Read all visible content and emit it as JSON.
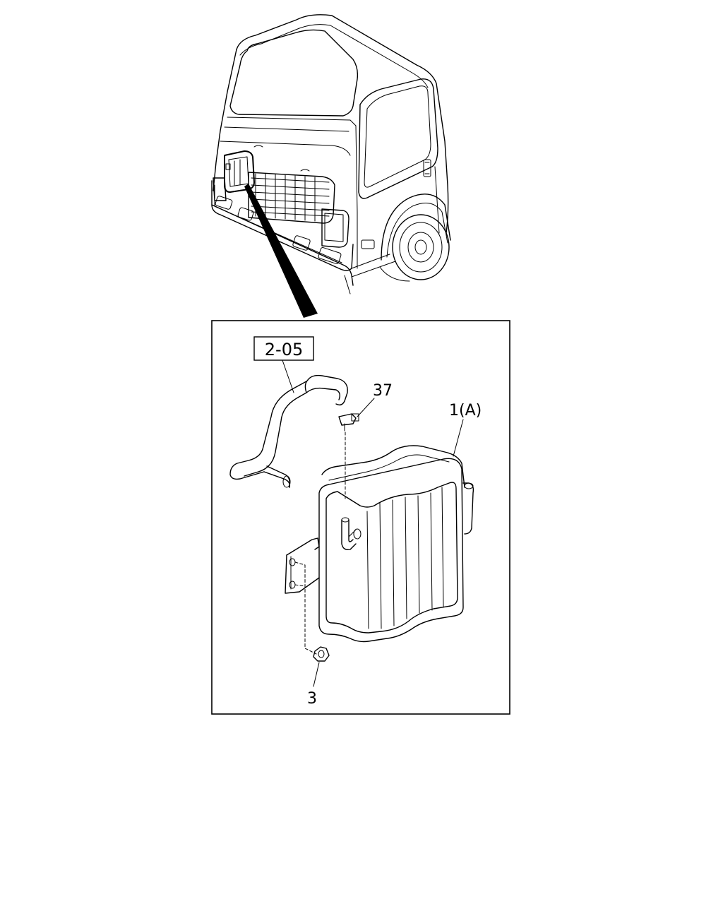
{
  "labels": {
    "ref_code": "2-05",
    "part_37": "37",
    "part_1": "1(A)",
    "part_3": "3"
  }
}
